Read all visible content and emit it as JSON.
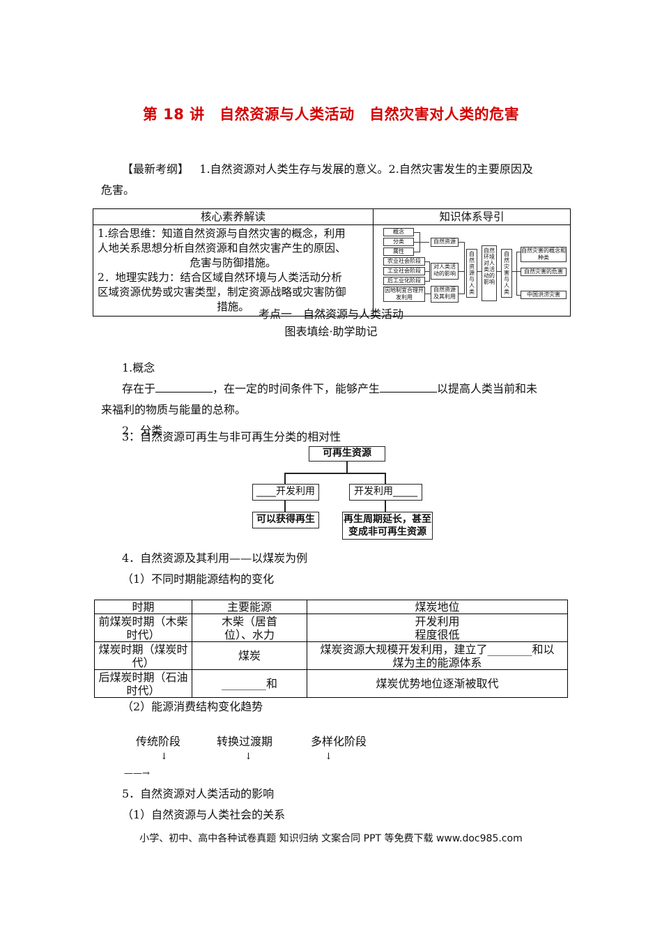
{
  "title": "第 18 讲　自然资源与人类活动　自然灾害对人类的危害",
  "outline": {
    "label": "【最新考纲】",
    "line1": "1.自然资源对人类生存与发展的意义。2.自然灾害发生的主要原因及",
    "line2": "危害。"
  },
  "intro_table": {
    "col1_header": "核心素养解读",
    "col2_header": "知识体系导引",
    "core_lines": [
      "1.综合思维：知道自然资源与自然灾害的概念，利用",
      "人地关系思想分析自然资源和自然灾害产生的原因、",
      "危害与防御措施。",
      "2．地理实践力：结合区域自然环境与人类活动分析",
      "区域资源优势或灾害类型，制定资源战略或灾害防御",
      "措施。"
    ],
    "mindmap": {
      "left": [
        "概念",
        "分类",
        "属性",
        "农业社会阶段",
        "工业社会阶段",
        "后工业化阶段",
        "因地制宜合理开发利用"
      ],
      "mid": [
        "自然资源",
        "对人类活动的影响",
        "自然资源及其利用"
      ],
      "v1": "自然资源与人类",
      "v2": "自然环境对人类活动的影响",
      "v3": "自然灾害与人类",
      "right": [
        "自然灾害的概念和种类",
        "自然灾害的危害",
        "中国洪涝灾害"
      ]
    }
  },
  "section1": {
    "heading": "考点一　自然资源与人类活动",
    "sub": "图表填绘·助学助记",
    "p1": "1.概念",
    "p1_text_a": "存在于",
    "p1_text_b": "，在一定的时间条件下，能够产生",
    "p1_text_c": "以提高人类当前和未",
    "p1_text_d": "来福利的物质与能量的总称。",
    "p2": "2．分类",
    "p3": "3．自然资源可再生与非可再生分类的相对性",
    "flow": {
      "top": "可再生资源",
      "left_mid": "____开发利用",
      "right_mid": "开发利用_____",
      "left_bottom": "可以获得再生",
      "right_bottom_1": "再生周期延长，甚至",
      "right_bottom_2": "变成非可再生资源"
    },
    "p4": "4．自然资源及其利用——以煤炭为例",
    "p4_1": "（1）不同时期能源结构的变化"
  },
  "energy_table": {
    "headers": [
      "时期",
      "主要能源",
      "煤炭地位"
    ],
    "rows": [
      {
        "period": [
          "前煤炭时期（木柴",
          "时代）"
        ],
        "source": [
          "木柴（居首",
          "位）、水力"
        ],
        "status": [
          "开发利用",
          "程度很低"
        ]
      },
      {
        "period": [
          "煤炭时期（煤炭时",
          "代）"
        ],
        "source": [
          "煤炭"
        ],
        "status": [
          "煤炭资源大规模开发利用，建立了________和以",
          "煤为主的能源体系"
        ]
      },
      {
        "period": [
          "后煤炭时期（石油",
          "时代）"
        ],
        "source": [
          "________和"
        ],
        "status": [
          "煤炭优势地位逐渐被取代"
        ]
      }
    ]
  },
  "section2": {
    "p4_2": "（2）能源消费结构变化趋势",
    "stages": [
      "传统阶段",
      "转换过渡期",
      "多样化阶段"
    ],
    "arrow_text": "——→",
    "p5": "5．自然资源对人类活动的影响",
    "p5_1": "（1）自然资源与人类社会的关系"
  },
  "footer": "小学、初中、高中各种试卷真题  知识归纳  文案合同  PPT 等免费下载     www.doc985.com"
}
